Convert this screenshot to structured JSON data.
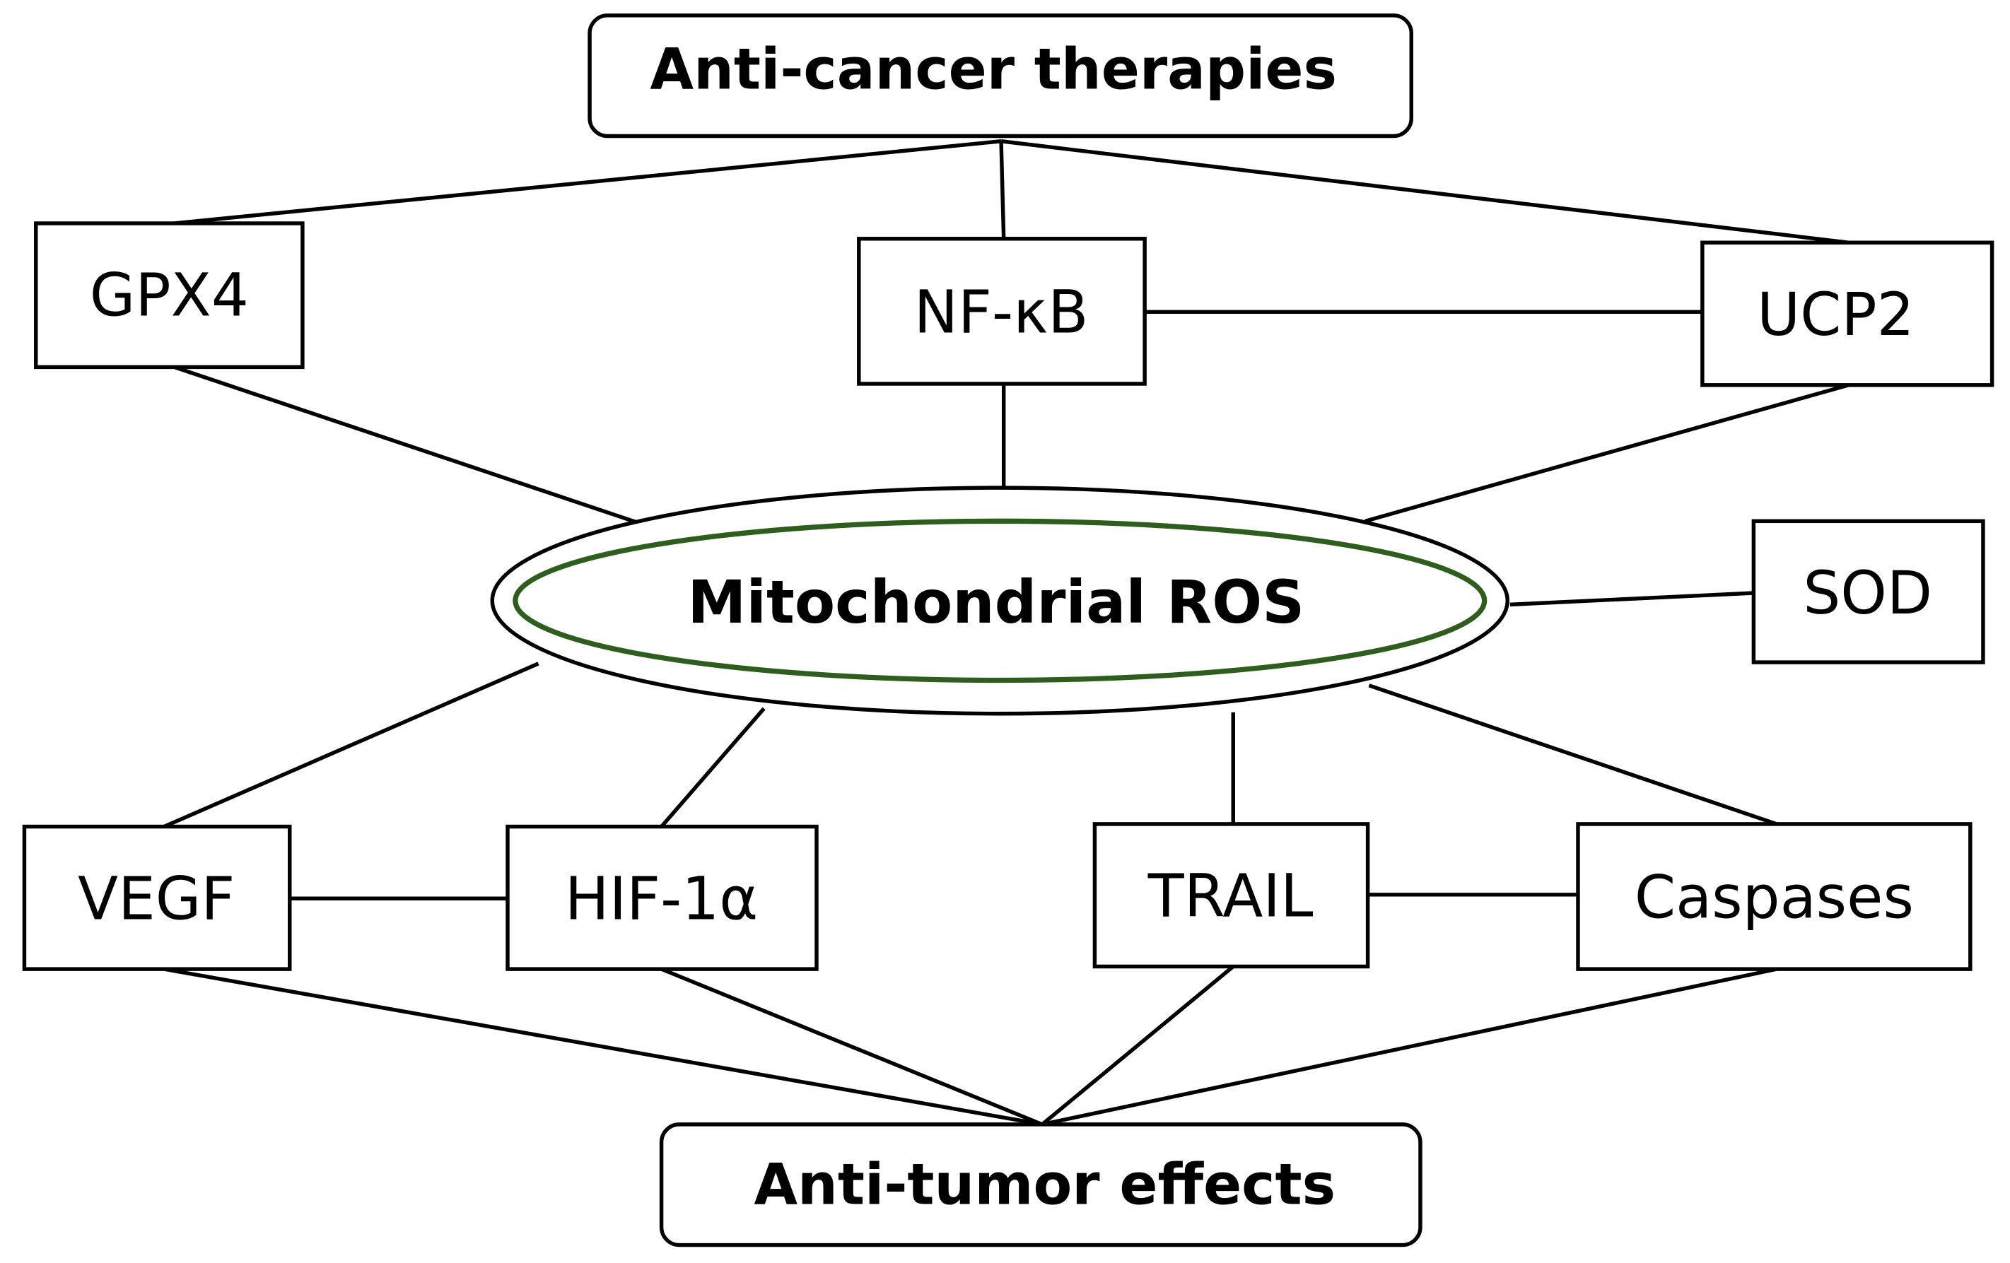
{
  "nodes": {
    "therapies": "Anti-cancer therapies",
    "gpx4": "GPX4",
    "nfkb": "NF-κB",
    "ucp2": "UCP2",
    "ros": "Mitochondrial ROS",
    "sod": "SOD",
    "vegf": "VEGF",
    "hif": "HIF-1α",
    "trail": "TRAIL",
    "caspases": "Caspases",
    "antitumor": "Anti-tumor effects"
  },
  "colors": {
    "ellipse_inner_border": "#2e5e1e"
  }
}
